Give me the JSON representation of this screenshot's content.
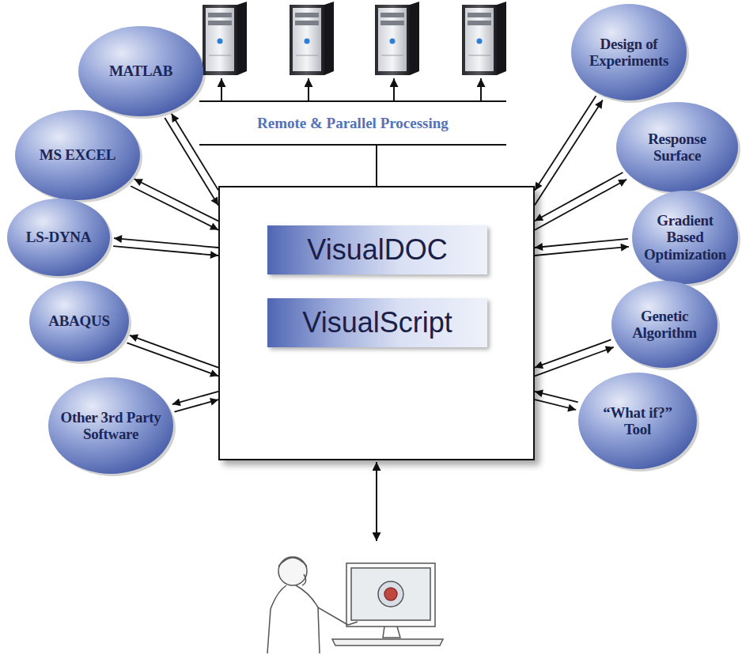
{
  "diagram": {
    "nodes": [
      {
        "text": []
      },
      {
        "text": [
          "VisualDOC"
        ],
        "in": 0
      },
      {
        "text": [
          "VisualScript"
        ],
        "in": 0
      },
      {
        "text": [
          "MATLAB"
        ]
      },
      {
        "text": [
          "MS EXCEL"
        ]
      },
      {
        "text": [
          "LS-DYNA"
        ]
      },
      {
        "text": [
          "ABAQUS"
        ]
      },
      {
        "text": [
          "Other 3rd Party Software"
        ]
      },
      {
        "text": [
          "Design of Experiments"
        ]
      },
      {
        "text": [
          "Response Surface"
        ]
      },
      {
        "text": [
          "Gradient Based Optimization"
        ]
      },
      {
        "text": [
          "Genetic Algorithm"
        ]
      },
      {
        "text": [
          "“What if?” Tool"
        ]
      }
    ],
    "edges": [
      {
        "from": 3,
        "to": 0,
        "arrow": "to"
      },
      {
        "from": 0,
        "to": 3,
        "arrow": "to"
      },
      {
        "from": 4,
        "to": 0,
        "arrow": "to"
      },
      {
        "from": 0,
        "to": 4,
        "arrow": "to"
      },
      {
        "from": 5,
        "to": 0,
        "arrow": "to"
      },
      {
        "from": 0,
        "to": 5,
        "arrow": "to"
      },
      {
        "from": 6,
        "to": 0,
        "arrow": "to"
      },
      {
        "from": 0,
        "to": 6,
        "arrow": "to"
      },
      {
        "from": 7,
        "to": 0,
        "arrow": "to"
      },
      {
        "from": 0,
        "to": 7,
        "arrow": "to"
      },
      {
        "from": 8,
        "to": 0,
        "arrow": "to"
      },
      {
        "from": 0,
        "to": 8,
        "arrow": "to"
      },
      {
        "from": 9,
        "to": 0,
        "arrow": "to"
      },
      {
        "from": 0,
        "to": 9,
        "arrow": "to"
      },
      {
        "from": 10,
        "to": 0,
        "arrow": "to"
      },
      {
        "from": 0,
        "to": 10,
        "arrow": "to"
      },
      {
        "from": 11,
        "to": 0,
        "arrow": "to"
      },
      {
        "from": 0,
        "to": 11,
        "arrow": "to"
      },
      {
        "from": 12,
        "to": 0,
        "arrow": "to"
      },
      {
        "from": 0,
        "to": 12,
        "arrow": "to"
      }
    ],
    "labels": [
      "Remote & Parallel Processing"
    ]
  }
}
